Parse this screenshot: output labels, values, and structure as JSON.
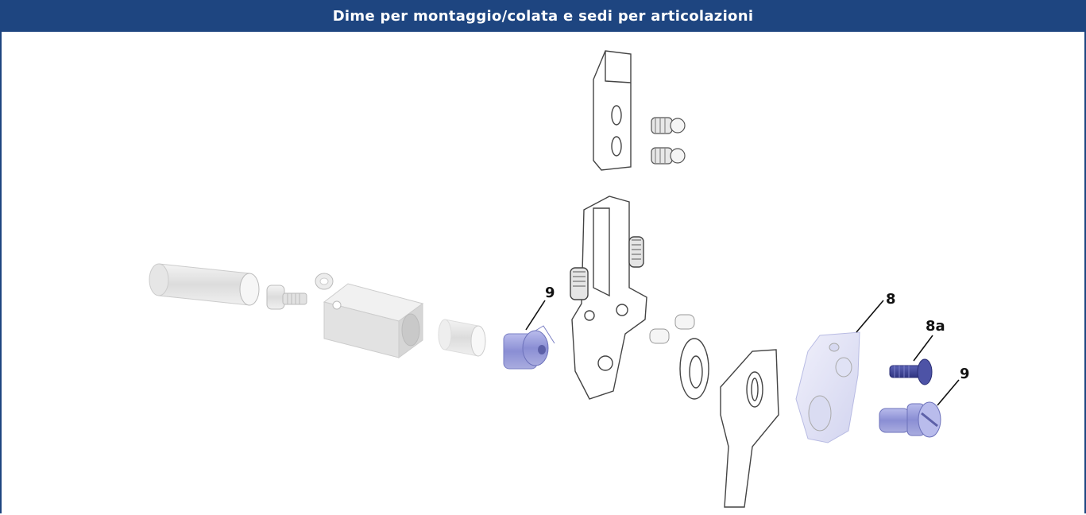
{
  "title": "Dime per montaggio/colata e sedi per articolazioni",
  "colors": {
    "header": "#1e4580",
    "highlight": "#8b8fd6",
    "outline": "#444444"
  },
  "callouts": {
    "left_bushing": "9",
    "plate": "8",
    "screw": "8a",
    "right_pin": "9"
  }
}
